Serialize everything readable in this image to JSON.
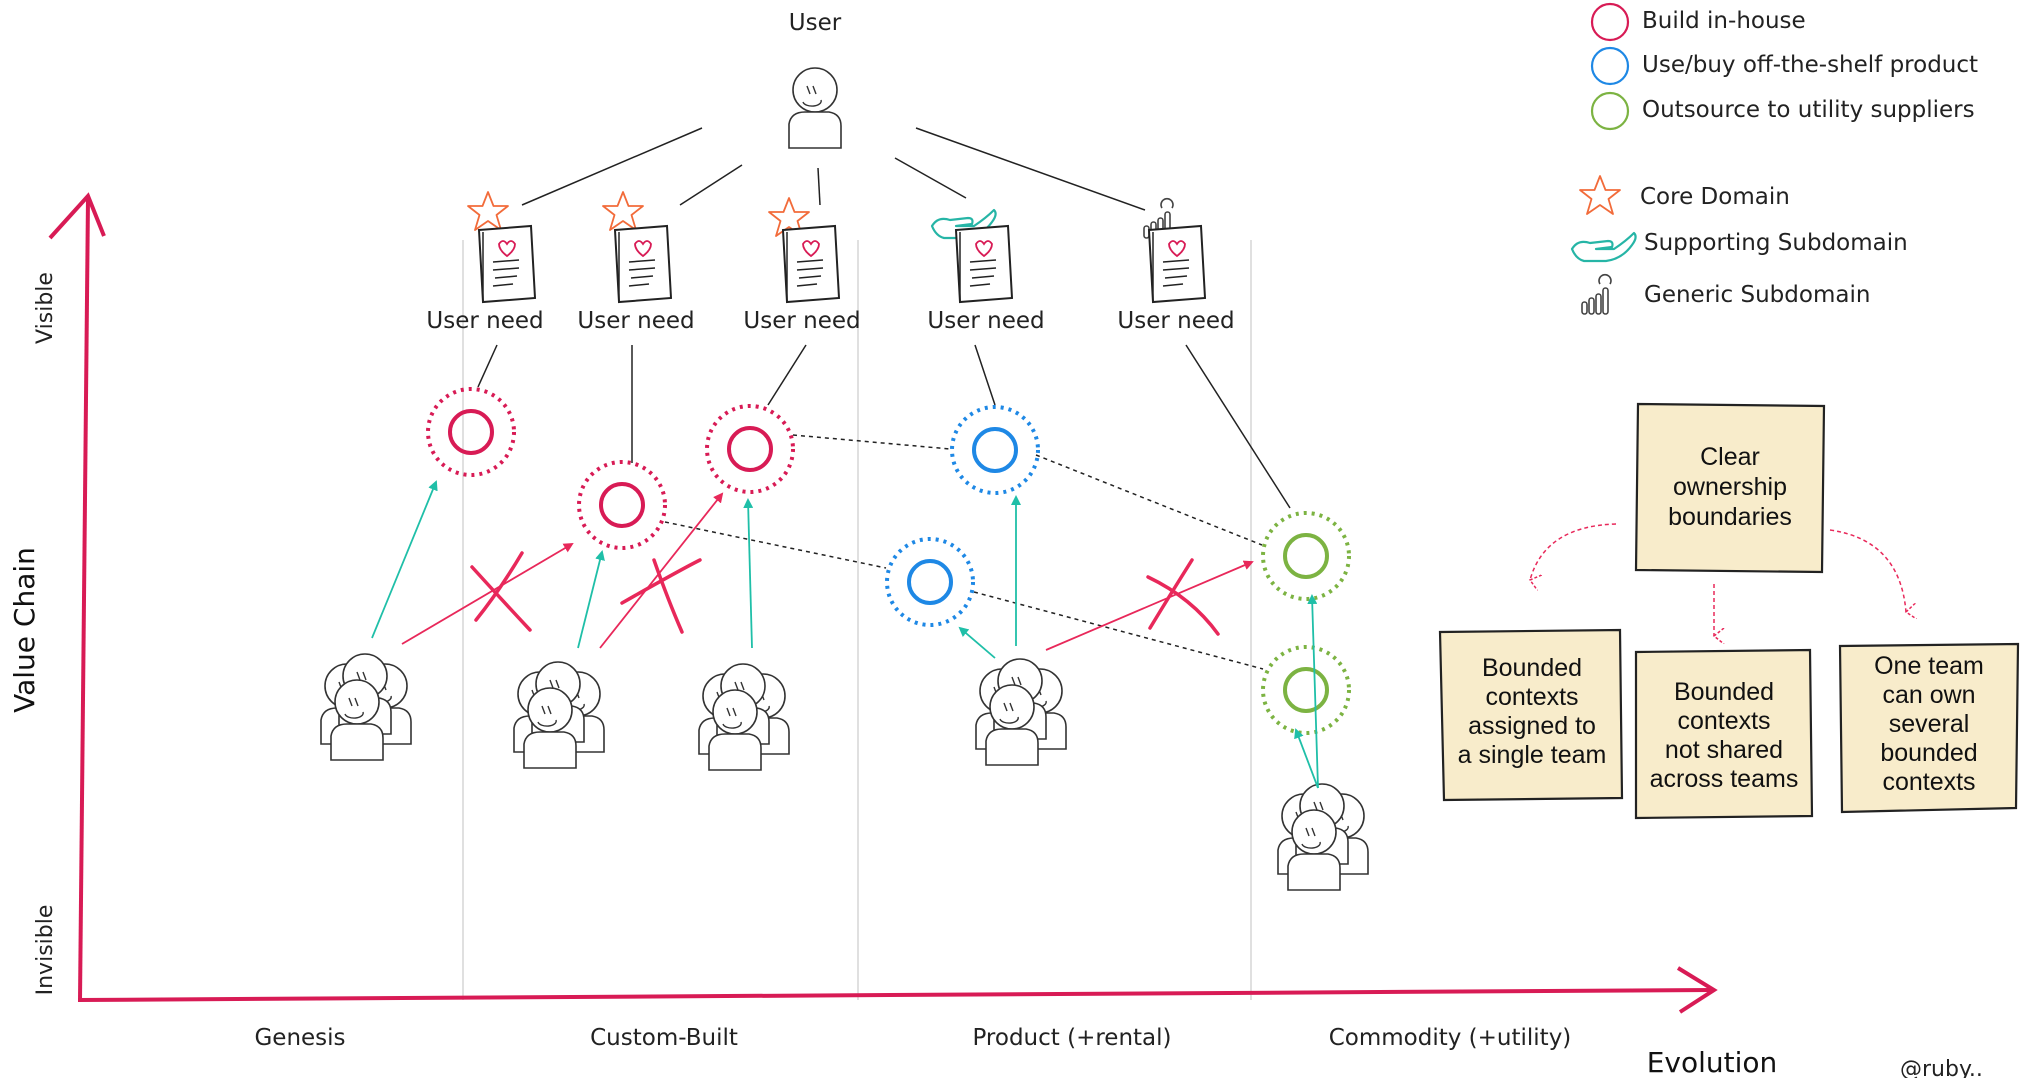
{
  "top_user_label": "User",
  "user_need_label": "User need",
  "axes": {
    "y_title": "Value Chain",
    "y_top": "Visible",
    "y_bottom": "Invisible",
    "x_title": "Evolution",
    "x_stages": [
      "Genesis",
      "Custom-Built",
      "Product (+rental)",
      "Commodity (+utility)"
    ]
  },
  "legend": {
    "build": "Build in-house",
    "buy": "Use/buy off-the-shelf product",
    "outsource": "Outsource to utility suppliers",
    "core": "Core Domain",
    "supporting": "Supporting Subdomain",
    "generic": "Generic Subdomain"
  },
  "notes": {
    "top": [
      "Clear",
      "ownership",
      "boundaries"
    ],
    "left": [
      "Bounded",
      "contexts",
      "assigned to",
      "a single team"
    ],
    "middle": [
      "Bounded",
      "contexts",
      "not shared",
      "across teams"
    ],
    "right": [
      "One team",
      "can own",
      "several",
      "bounded",
      "contexts"
    ]
  },
  "credit": "@ruby..",
  "colors": {
    "build": "#d81b55",
    "buy": "#1e88e5",
    "outsource": "#7cb342",
    "core": "#f26b3a",
    "supporting": "#26b5a6",
    "generic": "#444444",
    "axis": "#d81b55",
    "team_arrow": "#1fbfa8",
    "blocked_arrow": "#e8285a",
    "note_fill": "#f8eccb"
  }
}
